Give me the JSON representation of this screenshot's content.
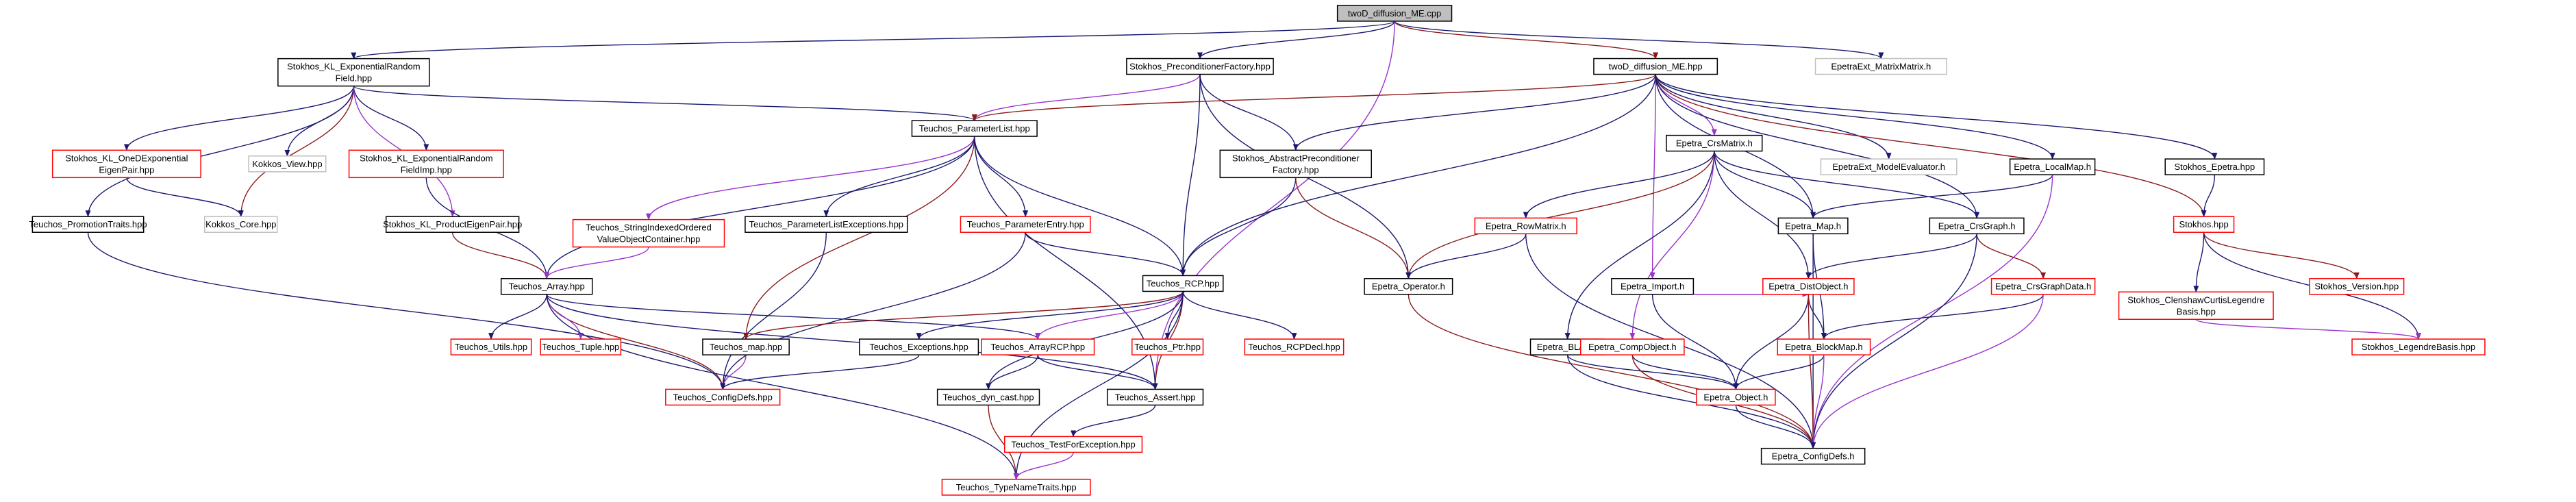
{
  "colors": {
    "node_border_black": "#000000",
    "node_border_red": "#ff0000",
    "node_border_gray": "#bfbfbf",
    "root_fill": "#bfbfbf",
    "edge_blue": "#191970",
    "edge_red": "#8b1a1a",
    "edge_purple": "#9a32cd",
    "edge_orange": "#ff8c00"
  },
  "nodes": [
    {
      "id": "root",
      "lines": [
        "twoD_diffusion_ME.cpp"
      ],
      "style": "root"
    },
    {
      "id": "klexp",
      "lines": [
        "Stokhos_KL_ExponentialRandom",
        "Field.hpp"
      ],
      "style": "black"
    },
    {
      "id": "precfact",
      "lines": [
        "Stokhos_PreconditionerFactory.hpp"
      ],
      "style": "black"
    },
    {
      "id": "mehpp",
      "lines": [
        "twoD_diffusion_ME.hpp"
      ],
      "style": "black"
    },
    {
      "id": "epextmat",
      "lines": [
        "EpetraExt_MatrixMatrix.h"
      ],
      "style": "gray"
    },
    {
      "id": "kloned",
      "lines": [
        "Stokhos_KL_OneDExponential",
        "EigenPair.hpp"
      ],
      "style": "red"
    },
    {
      "id": "kokview",
      "lines": [
        "Kokkos_View.hpp"
      ],
      "style": "gray"
    },
    {
      "id": "klexpimpl",
      "lines": [
        "Stokhos_KL_ExponentialRandom",
        "FieldImp.hpp"
      ],
      "style": "red"
    },
    {
      "id": "plist",
      "lines": [
        "Teuchos_ParameterList.hpp"
      ],
      "style": "black"
    },
    {
      "id": "absprec",
      "lines": [
        "Stokhos_AbstractPreconditioner",
        "Factory.hpp"
      ],
      "style": "black"
    },
    {
      "id": "crsmatrix",
      "lines": [
        "Epetra_CrsMatrix.h"
      ],
      "style": "black"
    },
    {
      "id": "modeleval",
      "lines": [
        "EpetraExt_ModelEvaluator.h"
      ],
      "style": "gray"
    },
    {
      "id": "localmap",
      "lines": [
        "Epetra_LocalMap.h"
      ],
      "style": "black"
    },
    {
      "id": "stokepetra",
      "lines": [
        "Stokhos_Epetra.hpp"
      ],
      "style": "black"
    },
    {
      "id": "promo",
      "lines": [
        "Teuchos_PromotionTraits.hpp"
      ],
      "style": "black"
    },
    {
      "id": "kokcore",
      "lines": [
        "Kokkos_Core.hpp"
      ],
      "style": "gray"
    },
    {
      "id": "klprod",
      "lines": [
        "Stokhos_KL_ProductEigenPair.hpp"
      ],
      "style": "black"
    },
    {
      "id": "strindexed",
      "lines": [
        "Teuchos_StringIndexedOrdered",
        "ValueObjectContainer.hpp"
      ],
      "style": "red"
    },
    {
      "id": "plistexc",
      "lines": [
        "Teuchos_ParameterListExceptions.hpp"
      ],
      "style": "black"
    },
    {
      "id": "pentry",
      "lines": [
        "Teuchos_ParameterEntry.hpp"
      ],
      "style": "red"
    },
    {
      "id": "rowmatrix",
      "lines": [
        "Epetra_RowMatrix.h"
      ],
      "style": "red"
    },
    {
      "id": "emap",
      "lines": [
        "Epetra_Map.h"
      ],
      "style": "black"
    },
    {
      "id": "crsgraph",
      "lines": [
        "Epetra_CrsGraph.h"
      ],
      "style": "black"
    },
    {
      "id": "stokhos",
      "lines": [
        "Stokhos.hpp"
      ],
      "style": "red"
    },
    {
      "id": "tarray",
      "lines": [
        "Teuchos_Array.hpp"
      ],
      "style": "black"
    },
    {
      "id": "trcp",
      "lines": [
        "Teuchos_RCP.hpp"
      ],
      "style": "black"
    },
    {
      "id": "eoperator",
      "lines": [
        "Epetra_Operator.h"
      ],
      "style": "black"
    },
    {
      "id": "eimport",
      "lines": [
        "Epetra_Import.h"
      ],
      "style": "black"
    },
    {
      "id": "edistobj",
      "lines": [
        "Epetra_DistObject.h"
      ],
      "style": "red"
    },
    {
      "id": "crsgraphdata",
      "lines": [
        "Epetra_CrsGraphData.h"
      ],
      "style": "red"
    },
    {
      "id": "clenshaw",
      "lines": [
        "Stokhos_ClenshawCurtisLegendre",
        "Basis.hpp"
      ],
      "style": "red"
    },
    {
      "id": "stokver",
      "lines": [
        "Stokhos_Version.hpp"
      ],
      "style": "red"
    },
    {
      "id": "tutils",
      "lines": [
        "Teuchos_Utils.hpp"
      ],
      "style": "red"
    },
    {
      "id": "ttuple",
      "lines": [
        "Teuchos_Tuple.hpp"
      ],
      "style": "red"
    },
    {
      "id": "tmap",
      "lines": [
        "Teuchos_map.hpp"
      ],
      "style": "black"
    },
    {
      "id": "texc",
      "lines": [
        "Teuchos_Exceptions.hpp"
      ],
      "style": "black"
    },
    {
      "id": "tarcp",
      "lines": [
        "Teuchos_ArrayRCP.hpp"
      ],
      "style": "red"
    },
    {
      "id": "tptr",
      "lines": [
        "Teuchos_Ptr.hpp"
      ],
      "style": "red"
    },
    {
      "id": "trcpdecl",
      "lines": [
        "Teuchos_RCPDecl.hpp"
      ],
      "style": "red"
    },
    {
      "id": "eblas",
      "lines": [
        "Epetra_BLAS.h"
      ],
      "style": "black"
    },
    {
      "id": "ecompobj",
      "lines": [
        "Epetra_CompObject.h"
      ],
      "style": "red"
    },
    {
      "id": "eblockmap",
      "lines": [
        "Epetra_BlockMap.h"
      ],
      "style": "red"
    },
    {
      "id": "legbasis",
      "lines": [
        "Stokhos_LegendreBasis.hpp"
      ],
      "style": "red"
    },
    {
      "id": "tconfig",
      "lines": [
        "Teuchos_ConfigDefs.hpp"
      ],
      "style": "red"
    },
    {
      "id": "tdyncast",
      "lines": [
        "Teuchos_dyn_cast.hpp"
      ],
      "style": "black"
    },
    {
      "id": "tassert",
      "lines": [
        "Teuchos_Assert.hpp"
      ],
      "style": "black"
    },
    {
      "id": "eobject",
      "lines": [
        "Epetra_Object.h"
      ],
      "style": "red"
    },
    {
      "id": "ttestexc",
      "lines": [
        "Teuchos_TestForException.hpp"
      ],
      "style": "red"
    },
    {
      "id": "econfig",
      "lines": [
        "Epetra_ConfigDefs.h"
      ],
      "style": "black"
    },
    {
      "id": "ttypename",
      "lines": [
        "Teuchos_TypeNameTraits.hpp"
      ],
      "style": "red"
    }
  ],
  "edges": [
    [
      "root",
      "klexp"
    ],
    [
      "root",
      "precfact"
    ],
    [
      "root",
      "mehpp"
    ],
    [
      "root",
      "epextmat"
    ],
    [
      "root",
      "tassert"
    ],
    [
      "klexp",
      "kloned"
    ],
    [
      "klexp",
      "kokview"
    ],
    [
      "klexp",
      "klexpimpl"
    ],
    [
      "klexp",
      "kokcore"
    ],
    [
      "klexp",
      "promo"
    ],
    [
      "klexp",
      "klprod"
    ],
    [
      "klexp",
      "plist"
    ],
    [
      "kloned",
      "kokcore"
    ],
    [
      "klexpimpl",
      "tarray"
    ],
    [
      "klprod",
      "tarray"
    ],
    [
      "promo",
      "tconfig"
    ],
    [
      "precfact",
      "plist"
    ],
    [
      "precfact",
      "absprec"
    ],
    [
      "precfact",
      "trcp"
    ],
    [
      "precfact",
      "eoperator"
    ],
    [
      "mehpp",
      "plist"
    ],
    [
      "mehpp",
      "absprec"
    ],
    [
      "mehpp",
      "crsmatrix"
    ],
    [
      "mehpp",
      "modeleval"
    ],
    [
      "mehpp",
      "localmap"
    ],
    [
      "mehpp",
      "stokepetra"
    ],
    [
      "mehpp",
      "stokhos"
    ],
    [
      "mehpp",
      "trcp"
    ],
    [
      "mehpp",
      "eimport"
    ],
    [
      "mehpp",
      "emap"
    ],
    [
      "mehpp",
      "crsgraph"
    ],
    [
      "absprec",
      "trcp"
    ],
    [
      "absprec",
      "eoperator"
    ],
    [
      "plist",
      "tarray"
    ],
    [
      "plist",
      "strindexed"
    ],
    [
      "plist",
      "plistexc"
    ],
    [
      "plist",
      "pentry"
    ],
    [
      "plist",
      "trcp"
    ],
    [
      "plist",
      "tmap"
    ],
    [
      "plist",
      "tassert"
    ],
    [
      "strindexed",
      "tarray"
    ],
    [
      "plistexc",
      "tconfig"
    ],
    [
      "pentry",
      "tconfig"
    ],
    [
      "pentry",
      "trcp"
    ],
    [
      "tarray",
      "tconfig"
    ],
    [
      "tarray",
      "tutils"
    ],
    [
      "tarray",
      "ttuple"
    ],
    [
      "tarray",
      "tarcp"
    ],
    [
      "tarray",
      "tassert"
    ],
    [
      "tarray",
      "ttypename"
    ],
    [
      "trcp",
      "tmap"
    ],
    [
      "trcp",
      "texc"
    ],
    [
      "trcp",
      "tarcp"
    ],
    [
      "trcp",
      "tptr"
    ],
    [
      "trcp",
      "trcpdecl"
    ],
    [
      "trcp",
      "tdyncast"
    ],
    [
      "trcp",
      "tassert"
    ],
    [
      "trcp",
      "ttypename"
    ],
    [
      "tmap",
      "tconfig"
    ],
    [
      "texc",
      "tconfig"
    ],
    [
      "tarcp",
      "tdyncast"
    ],
    [
      "tarcp",
      "tassert"
    ],
    [
      "tdyncast",
      "ttypename"
    ],
    [
      "tassert",
      "ttestexc"
    ],
    [
      "ttestexc",
      "ttypename"
    ],
    [
      "crsmatrix",
      "rowmatrix"
    ],
    [
      "crsmatrix",
      "emap"
    ],
    [
      "crsmatrix",
      "crsgraph"
    ],
    [
      "crsmatrix",
      "eoperator"
    ],
    [
      "crsmatrix",
      "eblas"
    ],
    [
      "crsmatrix",
      "ecompobj"
    ],
    [
      "crsmatrix",
      "edistobj"
    ],
    [
      "rowmatrix",
      "eoperator"
    ],
    [
      "rowmatrix",
      "econfig"
    ],
    [
      "eoperator",
      "econfig"
    ],
    [
      "localmap",
      "emap"
    ],
    [
      "localmap",
      "econfig"
    ],
    [
      "emap",
      "eblockmap"
    ],
    [
      "emap",
      "econfig"
    ],
    [
      "crsgraph",
      "edistobj"
    ],
    [
      "crsgraph",
      "crsgraphdata"
    ],
    [
      "crsgraph",
      "econfig"
    ],
    [
      "eimport",
      "edistobj"
    ],
    [
      "eimport",
      "eobject"
    ],
    [
      "edistobj",
      "eblockmap"
    ],
    [
      "edistobj",
      "eobject"
    ],
    [
      "edistobj",
      "econfig"
    ],
    [
      "crsgraphdata",
      "eblockmap"
    ],
    [
      "crsgraphdata",
      "econfig"
    ],
    [
      "eblas",
      "eobject"
    ],
    [
      "eblas",
      "econfig"
    ],
    [
      "ecompobj",
      "eobject"
    ],
    [
      "ecompobj",
      "econfig"
    ],
    [
      "eblockmap",
      "eobject"
    ],
    [
      "eblockmap",
      "econfig"
    ],
    [
      "eobject",
      "econfig"
    ],
    [
      "stokepetra",
      "stokhos"
    ],
    [
      "stokhos",
      "clenshaw"
    ],
    [
      "stokhos",
      "stokver"
    ],
    [
      "stokhos",
      "legbasis"
    ],
    [
      "clenshaw",
      "legbasis"
    ]
  ]
}
